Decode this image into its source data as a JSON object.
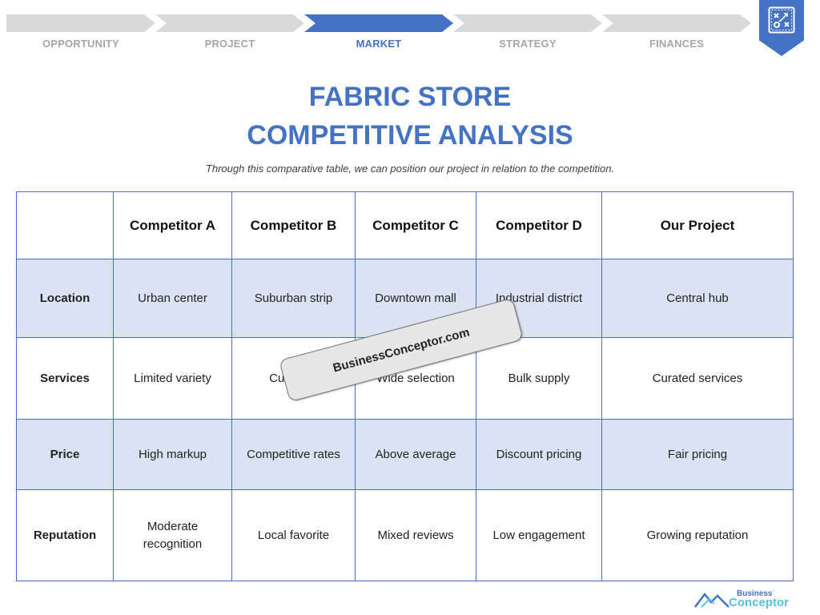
{
  "steps": [
    {
      "label": "OPPORTUNITY",
      "active": false
    },
    {
      "label": "PROJECT",
      "active": false
    },
    {
      "label": "MARKET",
      "active": true
    },
    {
      "label": "STRATEGY",
      "active": false
    },
    {
      "label": "FINANCES",
      "active": false
    }
  ],
  "title": {
    "line1": "FABRIC STORE",
    "line2": "COMPETITIVE ANALYSIS",
    "subtitle": "Through this comparative table, we can position our project in relation to the competition."
  },
  "table": {
    "headers": [
      "",
      "Competitor A",
      "Competitor B",
      "Competitor C",
      "Competitor D",
      "Our Project"
    ],
    "rows": [
      {
        "label": "Location",
        "cells": [
          "Urban center",
          "Suburban strip",
          "Downtown mall",
          "Industrial district",
          "Central hub"
        ]
      },
      {
        "label": "Services",
        "cells": [
          "Limited variety",
          "Cu... ta...",
          "Wide selection",
          "Bulk supply",
          "Curated services"
        ]
      },
      {
        "label": "Price",
        "cells": [
          "High markup",
          "Competitive rates",
          "Above average",
          "Discount pricing",
          "Fair pricing"
        ]
      },
      {
        "label": "Reputation",
        "cells": [
          "Moderate recognition",
          "Local favorite",
          "Mixed reviews",
          "Low engagement",
          "Growing reputation"
        ]
      }
    ]
  },
  "watermark": "BusinessConceptor.com",
  "logo": {
    "line1": "Business",
    "line2": "Conceptor"
  },
  "colors": {
    "accent": "#4472c4",
    "shade": "#dae3f3",
    "inactive": "#d9d9d9"
  },
  "icons": {
    "badge": "strategy-board-icon",
    "logo": "mountain-icon"
  }
}
